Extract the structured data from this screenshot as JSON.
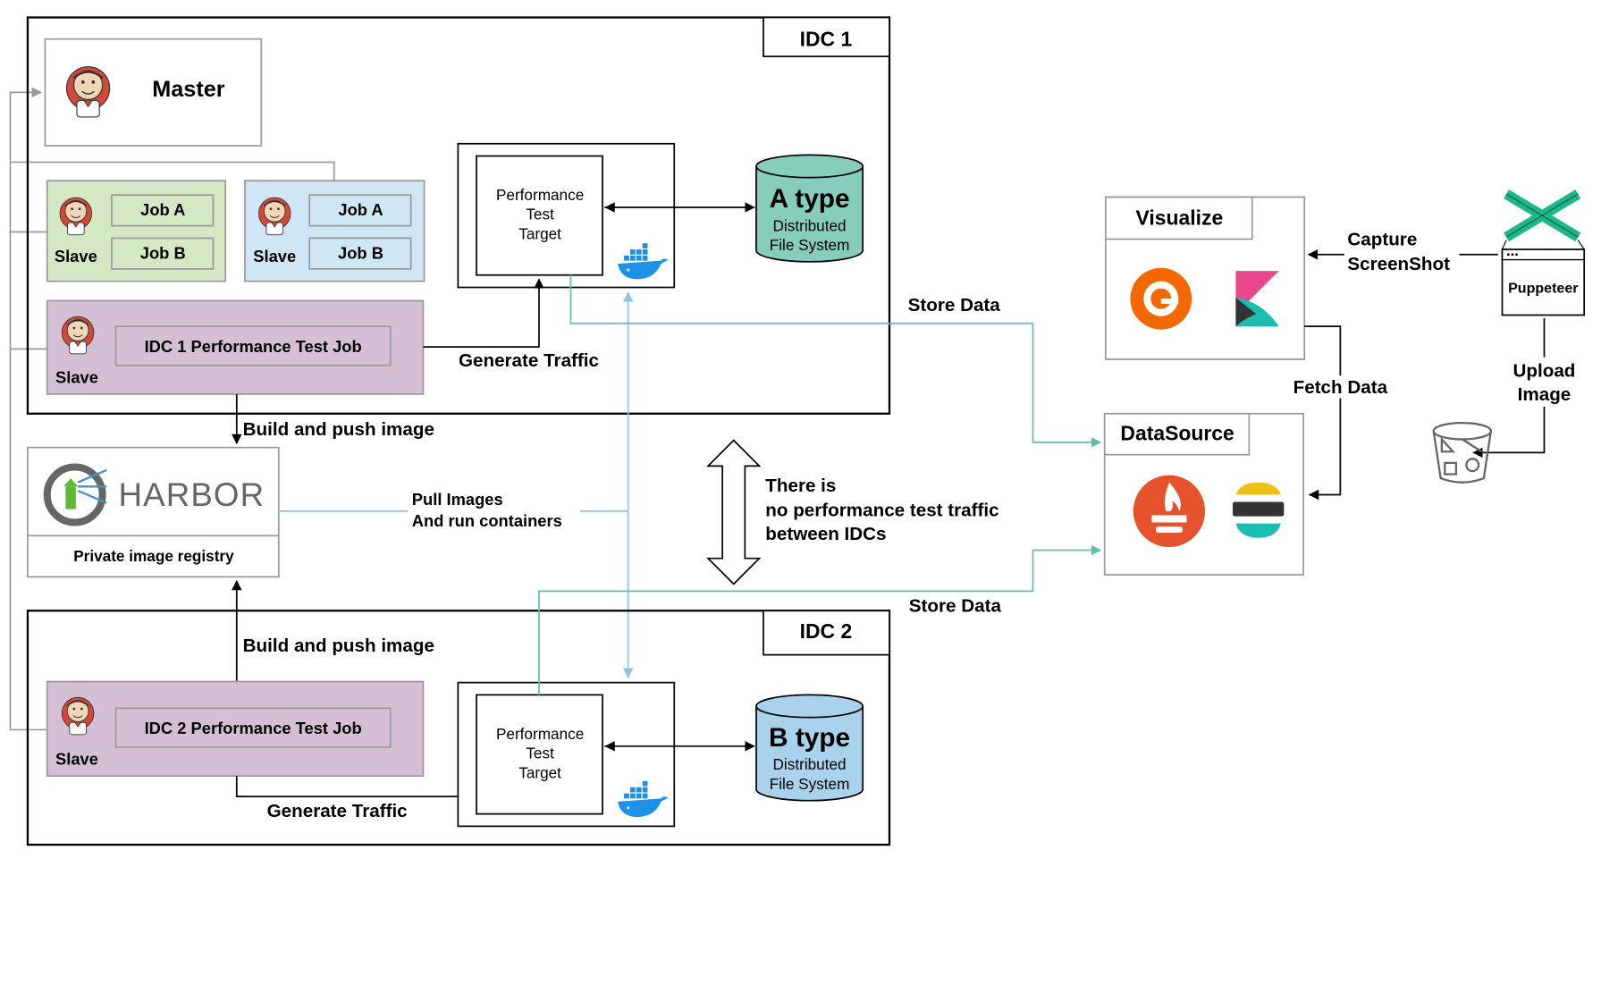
{
  "idc1": {
    "title": "IDC 1"
  },
  "idc2": {
    "title": "IDC 2"
  },
  "master": {
    "label": "Master"
  },
  "slave_green": {
    "label": "Slave",
    "job_a": "Job A",
    "job_b": "Job B"
  },
  "slave_blue": {
    "label": "Slave",
    "job_a": "Job A",
    "job_b": "Job B"
  },
  "slave_idc1": {
    "label": "Slave",
    "job": "IDC 1 Performance Test Job"
  },
  "slave_idc2": {
    "label": "Slave",
    "job": "IDC 2 Performance Test Job"
  },
  "target1": {
    "line1": "Performance",
    "line2": "Test",
    "line3": "Target"
  },
  "target2": {
    "line1": "Performance",
    "line2": "Test",
    "line3": "Target"
  },
  "fs_a": {
    "type": "A type",
    "line1": "Distributed",
    "line2": "File System"
  },
  "fs_b": {
    "type": "B type",
    "line1": "Distributed",
    "line2": "File System"
  },
  "harbor": {
    "logo_text": "HARBOR",
    "caption": "Private image registry"
  },
  "edges": {
    "build_push_1": "Build and push image",
    "build_push_2": "Build and push image",
    "generate_traffic_1": "Generate Traffic",
    "generate_traffic_2": "Generate Traffic",
    "pull_line1": "Pull Images",
    "pull_line2": "And run containers",
    "store_data_1": "Store Data",
    "store_data_2": "Store Data",
    "fetch_data": "Fetch Data",
    "capture_line1": "Capture",
    "capture_line2": "ScreenShot",
    "upload_line1": "Upload",
    "upload_line2": "Image"
  },
  "note": {
    "line1": "There is",
    "line2": "no performance test traffic",
    "line3": "between IDCs"
  },
  "visualize": {
    "title": "Visualize"
  },
  "datasource": {
    "title": "DataSource"
  },
  "puppeteer": {
    "label": "Puppeteer"
  },
  "colors": {
    "green_box": "#d5e8c4",
    "blue_box": "#cfe6f4",
    "purple_box": "#d5bfd5",
    "fs_a": "#87cdbc",
    "fs_b": "#a9d3ec",
    "teal_line": "#5fbfad",
    "blue_line": "#8fc3e3",
    "grafana": "#f46800",
    "prometheus": "#e6522c",
    "docker": "#1d91e6"
  }
}
